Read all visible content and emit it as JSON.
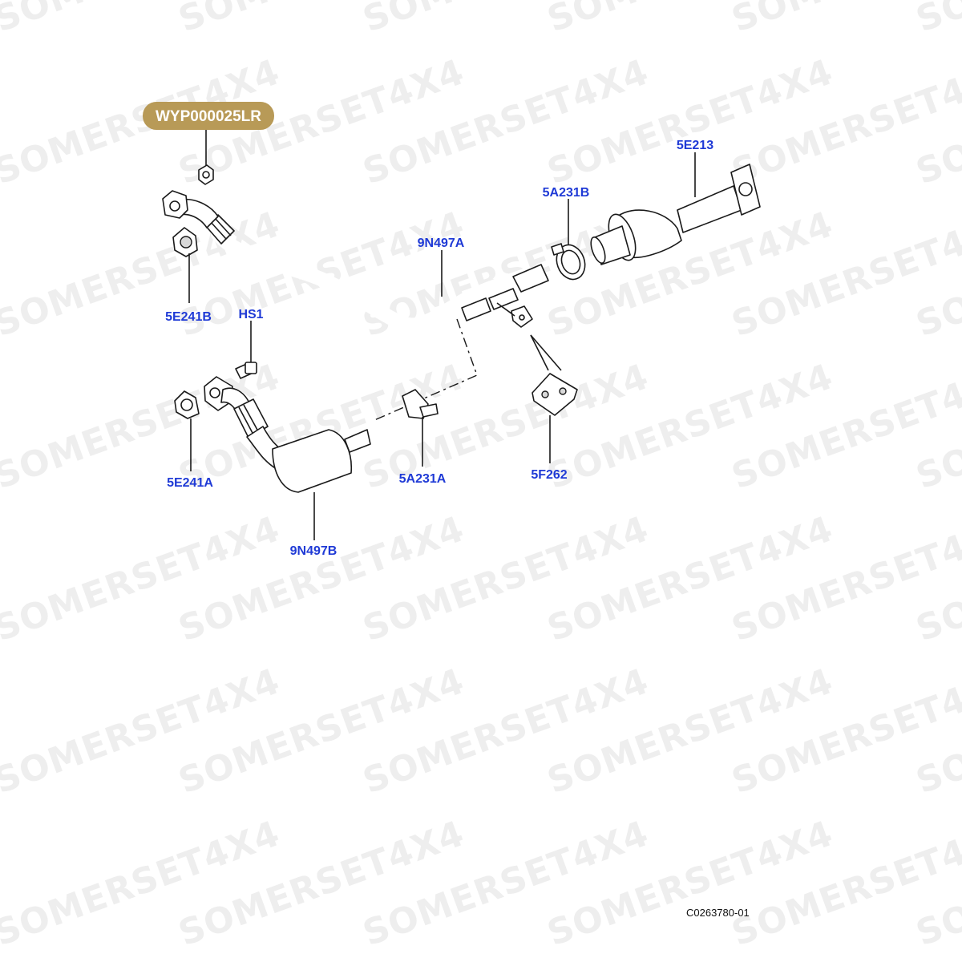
{
  "highlight_part": "WYP000025LR",
  "callouts": {
    "e241b": "5E241B",
    "hs1": "HS1",
    "n497a": "9N497A",
    "a231b": "5A231B",
    "e213": "5E213",
    "e241a": "5E241A",
    "a231a": "5A231A",
    "f262": "5F262",
    "n497b": "9N497B"
  },
  "reference_code": "C0263780-01",
  "watermark_text": "SOMERSET4X4",
  "colors": {
    "label_blue": "#1f3ad6",
    "highlight_gold": "#b89a57",
    "ink": "#1a1a1a"
  }
}
